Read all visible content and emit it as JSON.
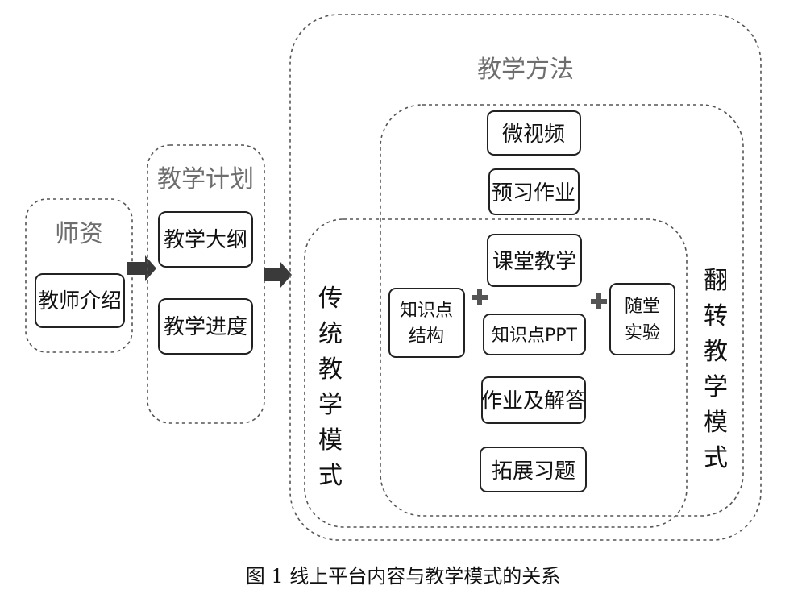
{
  "groups": {
    "faculty": {
      "label": "师资",
      "items": [
        "教师介绍"
      ]
    },
    "plan": {
      "label": "教学计划",
      "items": [
        "教学大纲",
        "教学进度"
      ]
    },
    "methods": {
      "label": "教学方法"
    },
    "traditional": {
      "label": "传统教学模式"
    },
    "flipped": {
      "label": "翻转教学模式"
    }
  },
  "method_items": {
    "micro_video": "微视频",
    "preview_homework": "预习作业",
    "classroom_teaching": "课堂教学",
    "knowledge_structure": [
      "知识点",
      "结构"
    ],
    "knowledge_ppt": "知识点PPT",
    "class_experiment": [
      "随堂",
      "实验"
    ],
    "homework_answers": "作业及解答",
    "extension_exercises": "拓展习题"
  },
  "caption": "图 1  线上平台内容与教学模式的关系"
}
